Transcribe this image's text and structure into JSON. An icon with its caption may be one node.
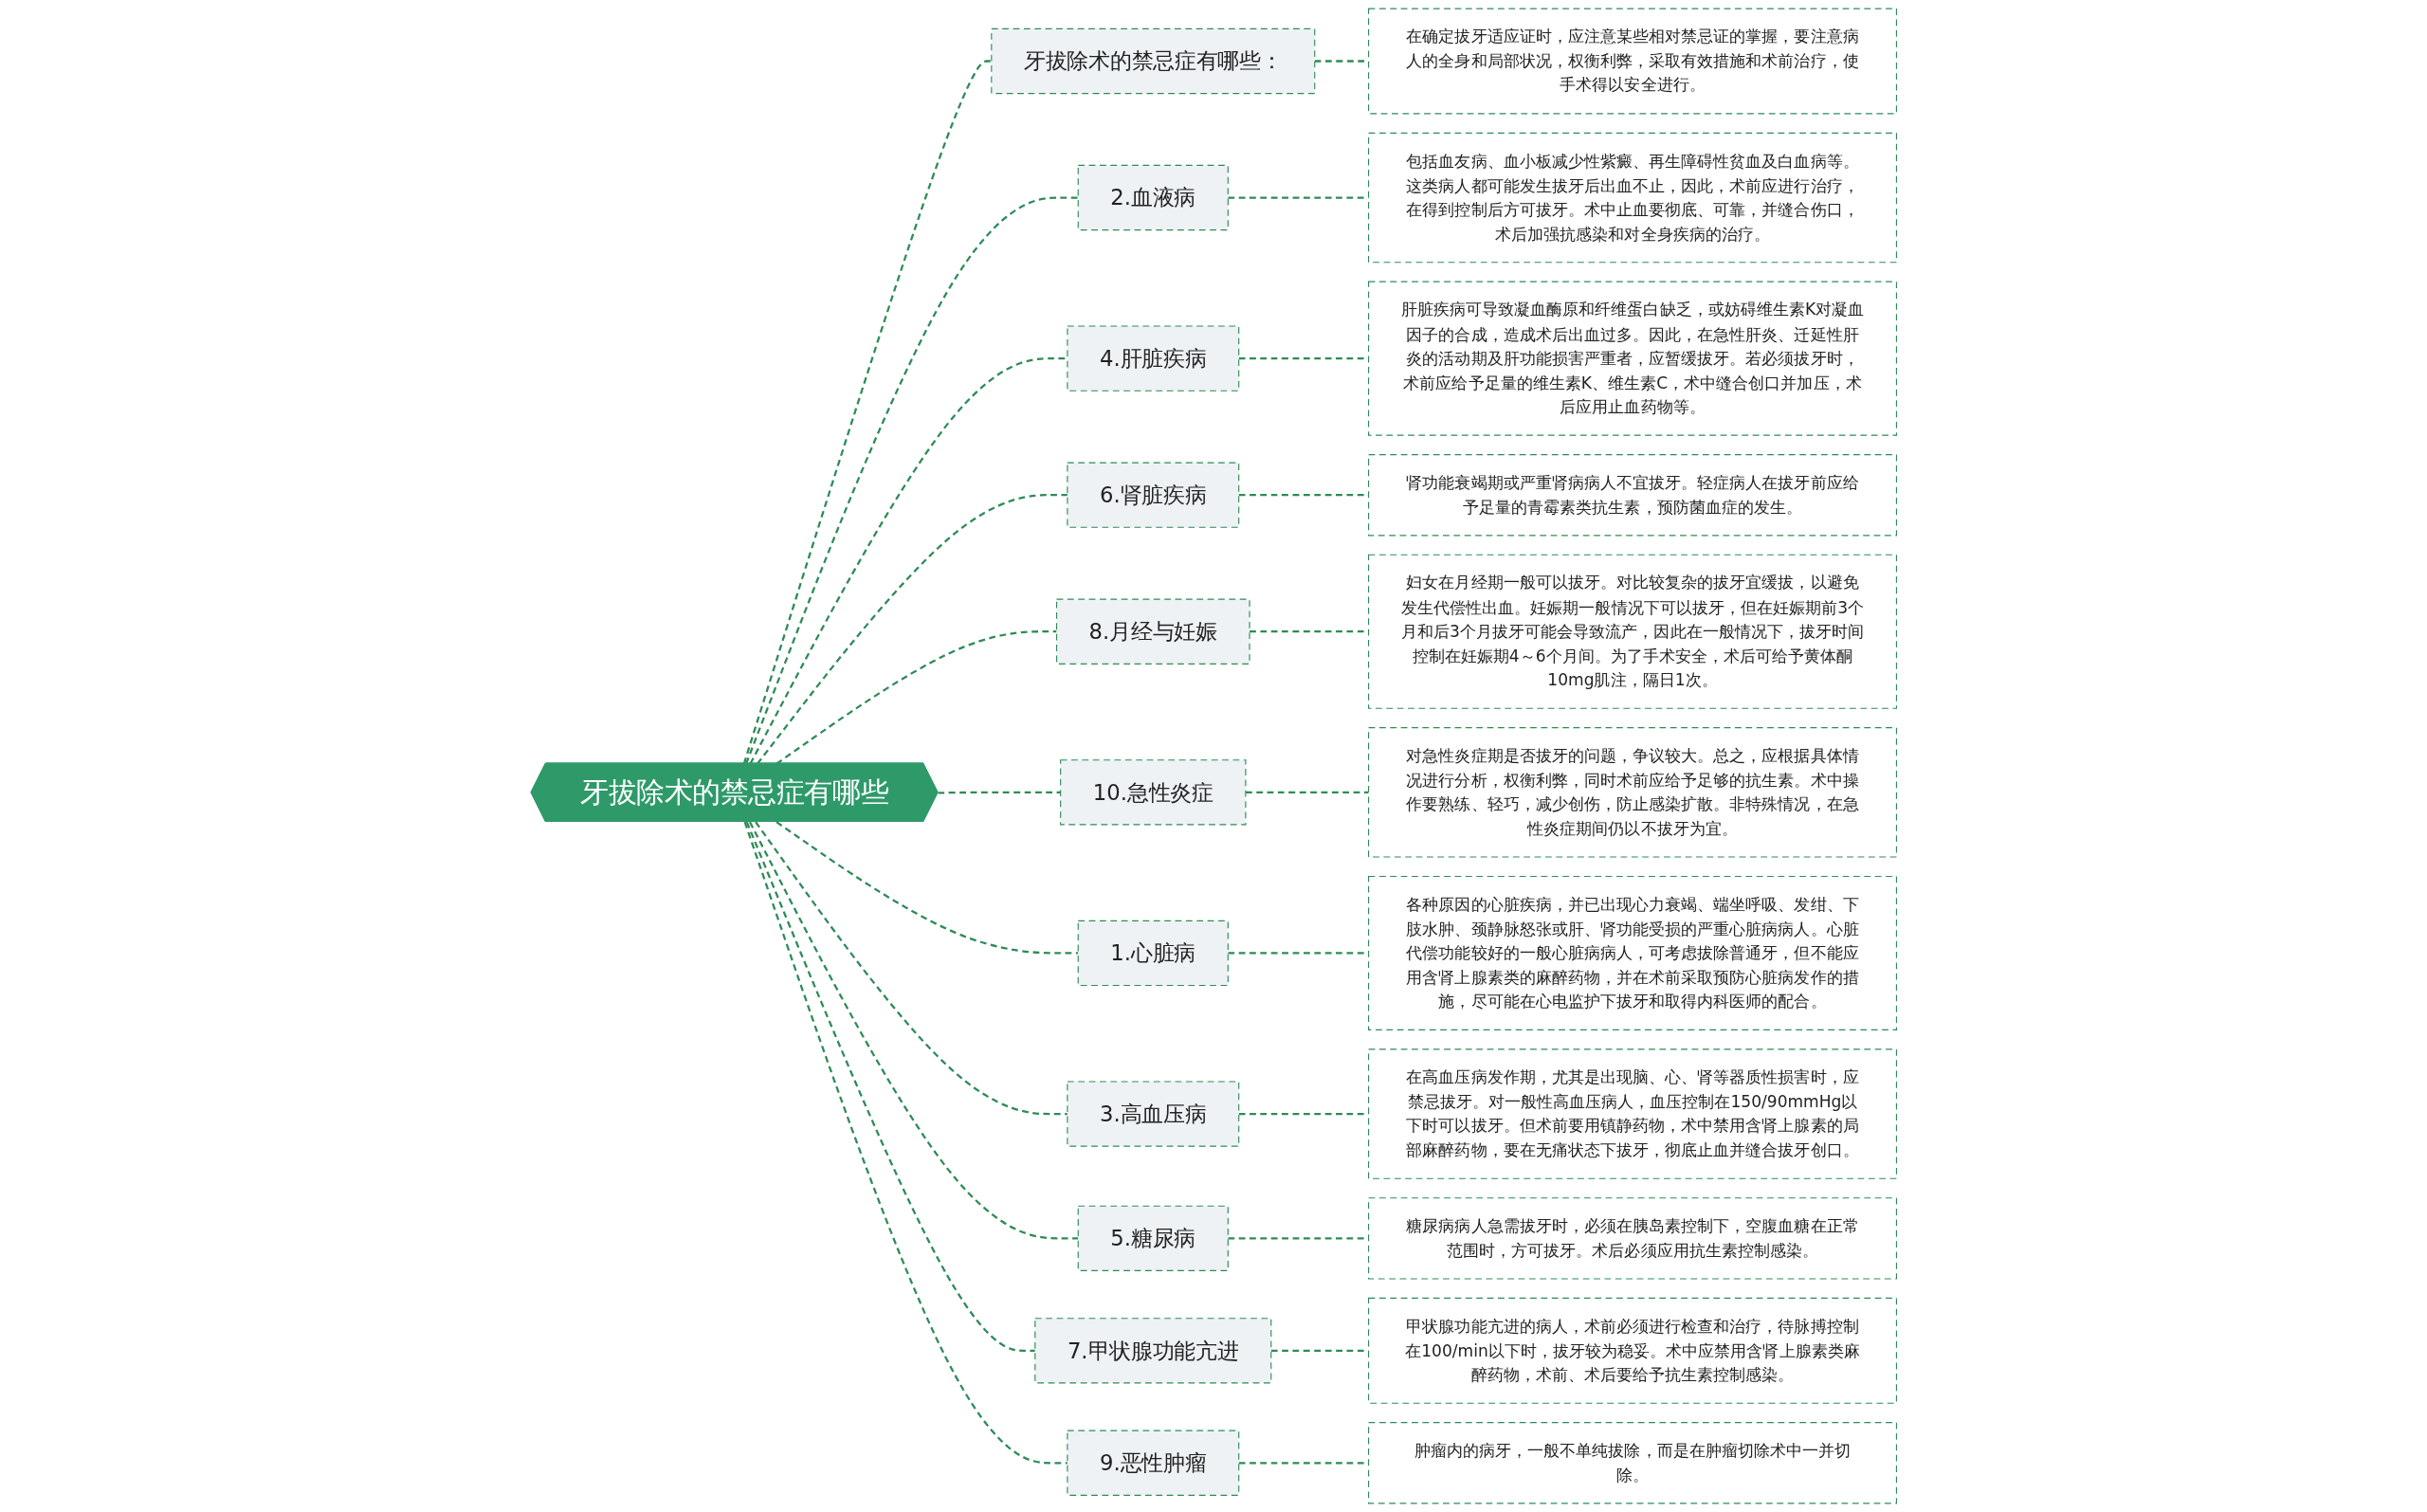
{
  "diagram": {
    "nodes": [
      {
        "text": [
          "牙拔除术的禁忌症有哪些"
        ]
      },
      {
        "text": [
          "牙拔除术的禁忌症有哪些："
        ]
      },
      {
        "text": [
          "在确定拔牙适应证时，应注意某些相对禁忌证的掌握，要注意病人的全身和局部状况，权衡利弊，采取有效措施和术前治疗，使手术得以安全进行。"
        ]
      },
      {
        "text": [
          "2.血液病"
        ]
      },
      {
        "text": [
          "包括血友病、血小板减少性紫癜、再生障碍性贫血及白血病等。这类病人都可能发生拔牙后出血不止，因此，术前应进行治疗，在得到控制后方可拔牙。术中止血要彻底、可靠，并缝合伤口，术后加强抗感染和对全身疾病的治疗。"
        ]
      },
      {
        "text": [
          "4.肝脏疾病"
        ]
      },
      {
        "text": [
          "肝脏疾病可导致凝血酶原和纤维蛋白缺乏，或妨碍维生素K对凝血因子的合成，造成术后出血过多。因此，在急性肝炎、迁延性肝炎的活动期及肝功能损害严重者，应暂缓拔牙。若必须拔牙时，术前应给予足量的维生素K、维生素C，术中缝合创口并加压，术后应用止血药物等。"
        ]
      },
      {
        "text": [
          "6.肾脏疾病"
        ]
      },
      {
        "text": [
          "肾功能衰竭期或严重肾病病人不宜拔牙。轻症病人在拔牙前应给予足量的青霉素类抗生素，预防菌血症的发生。"
        ]
      },
      {
        "text": [
          "8.月经与妊娠"
        ]
      },
      {
        "text": [
          "妇女在月经期一般可以拔牙。对比较复杂的拔牙宜缓拔，以避免发生代偿性出血。妊娠期一般情况下可以拔牙，但在妊娠期前3个月和后3个月拔牙可能会导致流产，因此在一般情况下，拔牙时间控制在妊娠期4～6个月间。为了手术安全，术后可给予黄体酮10mg肌注，隔日1次。"
        ]
      },
      {
        "text": [
          "10.急性炎症"
        ]
      },
      {
        "text": [
          "对急性炎症期是否拔牙的问题，争议较大。总之，应根据具体情况进行分析，权衡利弊，同时术前应给予足够的抗生素。术中操作要熟练、轻巧，减少创伤，防止感染扩散。非特殊情况，在急性炎症期间仍以不拔牙为宜。"
        ]
      },
      {
        "text": [
          "1.心脏病"
        ]
      },
      {
        "text": [
          "各种原因的心脏疾病，并已出现心力衰竭、端坐呼吸、发绀、下肢水肿、颈静脉怒张或肝、肾功能受损的严重心脏病病人。心脏代偿功能较好的一般心脏病病人，可考虑拔除普通牙，但不能应用含肾上腺素类的麻醉药物，并在术前采取预防心脏病发作的措施，尽可能在心电监护下拔牙和取得内科医师的配合。"
        ]
      },
      {
        "text": [
          "3.高血压病"
        ]
      },
      {
        "text": [
          "在高血压病发作期，尤其是出现脑、心、肾等器质性损害时，应禁忌拔牙。对一般性高血压病人，血压控制在150/90mmHg以下时可以拔牙。但术前要用镇静药物，术中禁用含肾上腺素的局部麻醉药物，要在无痛状态下拔牙，彻底止血并缝合拔牙创口。"
        ]
      },
      {
        "text": [
          "5.糖尿病"
        ]
      },
      {
        "text": [
          "糖尿病病人急需拔牙时，必须在胰岛素控制下，空腹血糖在正常范围时，方可拔牙。术后必须应用抗生素控制感染。"
        ]
      },
      {
        "text": [
          "7.甲状腺功能亢进"
        ]
      },
      {
        "text": [
          "甲状腺功能亢进的病人，术前必须进行检查和治疗，待脉搏控制在100/min以下时，拔牙较为稳妥。术中应禁用含肾上腺素类麻醉药物，术前、术后要给予抗生素控制感染。"
        ]
      },
      {
        "text": [
          "9.恶性肿瘤"
        ]
      },
      {
        "text": [
          "肿瘤内的病牙，一般不单纯拔除，而是在肿瘤切除术中一并切除。"
        ]
      }
    ],
    "edges": [
      {
        "from": 0,
        "to": 1,
        "arrow": "none",
        "style": "dashed"
      },
      {
        "from": 1,
        "to": 2,
        "arrow": "none",
        "style": "dashed"
      },
      {
        "from": 0,
        "to": 3,
        "arrow": "none",
        "style": "dashed"
      },
      {
        "from": 3,
        "to": 4,
        "arrow": "none",
        "style": "dashed"
      },
      {
        "from": 0,
        "to": 5,
        "arrow": "none",
        "style": "dashed"
      },
      {
        "from": 5,
        "to": 6,
        "arrow": "none",
        "style": "dashed"
      },
      {
        "from": 0,
        "to": 7,
        "arrow": "none",
        "style": "dashed"
      },
      {
        "from": 7,
        "to": 8,
        "arrow": "none",
        "style": "dashed"
      },
      {
        "from": 0,
        "to": 9,
        "arrow": "none",
        "style": "dashed"
      },
      {
        "from": 9,
        "to": 10,
        "arrow": "none",
        "style": "dashed"
      },
      {
        "from": 0,
        "to": 11,
        "arrow": "none",
        "style": "dashed"
      },
      {
        "from": 11,
        "to": 12,
        "arrow": "none",
        "style": "dashed"
      },
      {
        "from": 0,
        "to": 13,
        "arrow": "none",
        "style": "dashed"
      },
      {
        "from": 13,
        "to": 14,
        "arrow": "none",
        "style": "dashed"
      },
      {
        "from": 0,
        "to": 15,
        "arrow": "none",
        "style": "dashed"
      },
      {
        "from": 15,
        "to": 16,
        "arrow": "none",
        "style": "dashed"
      },
      {
        "from": 0,
        "to": 17,
        "arrow": "none",
        "style": "dashed"
      },
      {
        "from": 17,
        "to": 18,
        "arrow": "none",
        "style": "dashed"
      },
      {
        "from": 0,
        "to": 19,
        "arrow": "none",
        "style": "dashed"
      },
      {
        "from": 19,
        "to": 20,
        "arrow": "none",
        "style": "dashed"
      },
      {
        "from": 0,
        "to": 21,
        "arrow": "none",
        "style": "dashed"
      },
      {
        "from": 21,
        "to": 22,
        "arrow": "none",
        "style": "dashed"
      }
    ]
  }
}
